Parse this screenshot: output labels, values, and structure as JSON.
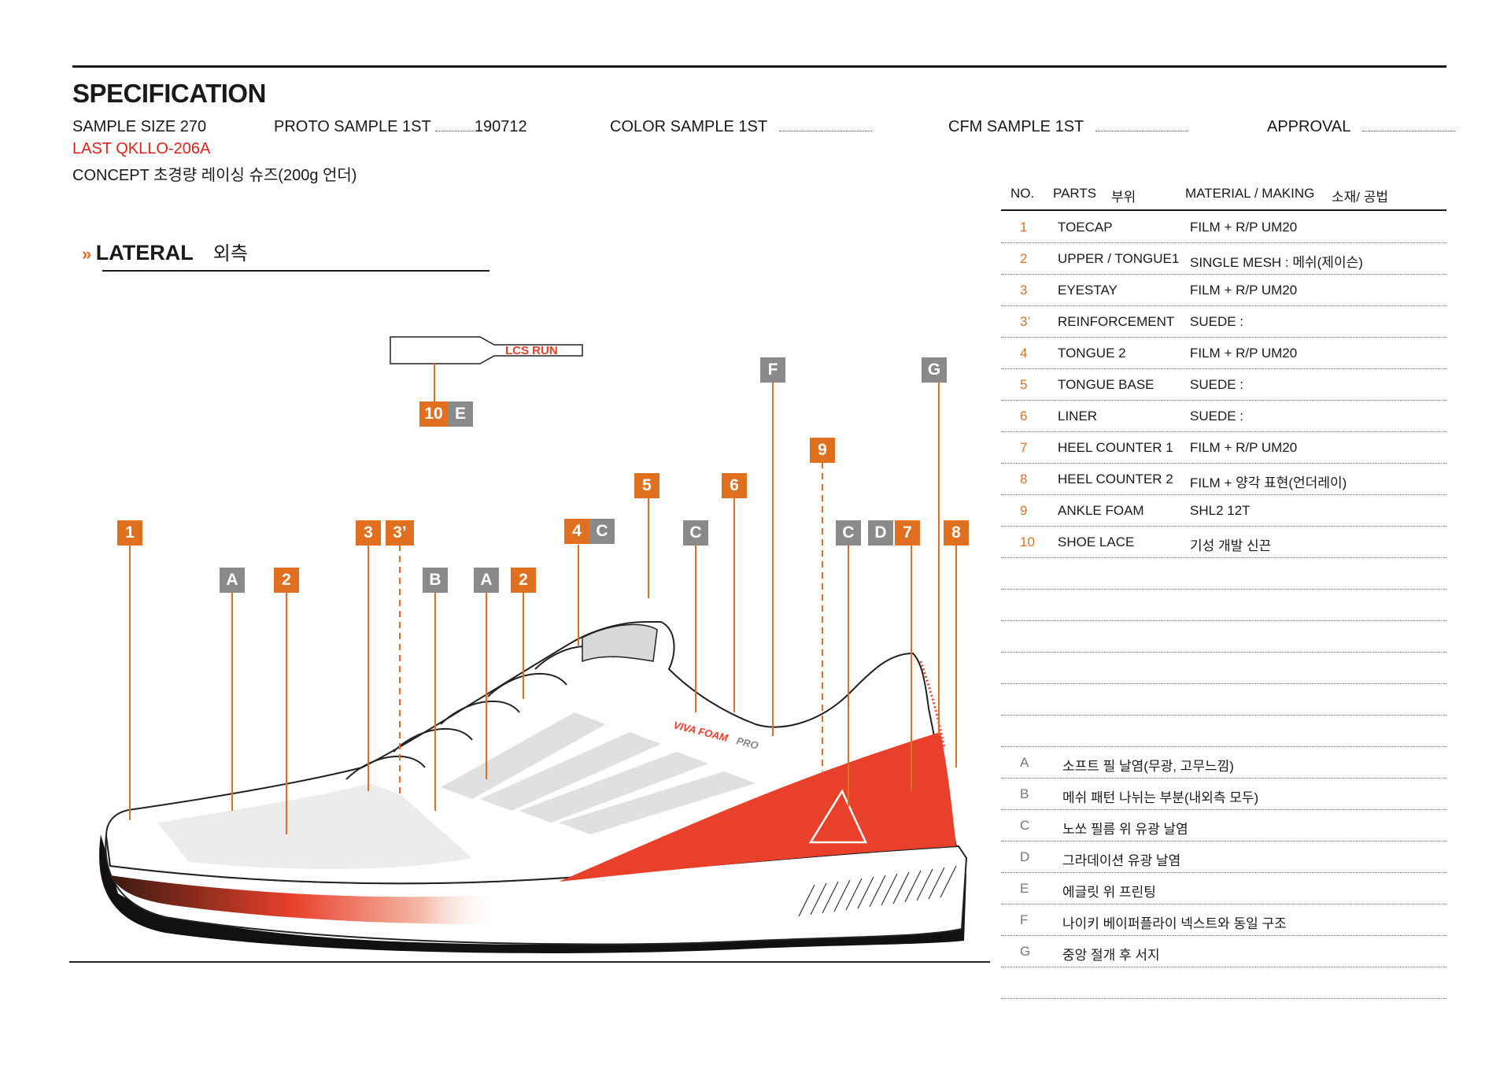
{
  "header": {
    "title": "SPECIFICATION",
    "sample_size": "SAMPLE SIZE 270",
    "proto_sample": "PROTO SAMPLE   1ST",
    "proto_date": "190712",
    "color_sample": "COLOR SAMPLE   1ST",
    "cfm_sample": "CFM SAMPLE   1ST",
    "approval": "APPROVAL",
    "last": "LAST QKLLO-206A",
    "concept": "CONCEPT  초경량 레이싱 슈즈(200g 언더)"
  },
  "section": {
    "title": "LATERAL",
    "subtitle": "외측",
    "chevron": "»"
  },
  "table": {
    "headers": {
      "no": "NO.",
      "parts": "PARTS",
      "parts_ko": "부위",
      "material": "MATERIAL / MAKING",
      "material_ko": "소재/ 공법"
    },
    "rows": [
      {
        "no": "1",
        "part": "TOECAP",
        "material": "FILM + R/P UM20"
      },
      {
        "no": "2",
        "part": "UPPER / TONGUE1",
        "material": "SINGLE MESH : 메쉬(제이슨)"
      },
      {
        "no": "3",
        "part": "EYESTAY",
        "material": "FILM + R/P UM20"
      },
      {
        "no": "3’",
        "part": "REINFORCEMENT",
        "material": "SUEDE :"
      },
      {
        "no": "4",
        "part": "TONGUE 2",
        "material": "FILM + R/P UM20"
      },
      {
        "no": "5",
        "part": "TONGUE BASE",
        "material": "SUEDE :"
      },
      {
        "no": "6",
        "part": "LINER",
        "material": "SUEDE :"
      },
      {
        "no": "7",
        "part": "HEEL COUNTER 1",
        "material": "FILM + R/P UM20"
      },
      {
        "no": "8",
        "part": "HEEL COUNTER 2",
        "material": "FILM  + 양각 표현(언더레이)"
      },
      {
        "no": "9",
        "part": "ANKLE FOAM",
        "material": "SHL2  12T"
      },
      {
        "no": "10",
        "part": "SHOE LACE",
        "material": "기성 개발 신끈"
      }
    ],
    "legend": [
      {
        "key": "A",
        "desc": "소프트 필 날염(무광, 고무느낌)"
      },
      {
        "key": "B",
        "desc": "메쉬 패턴 나뉘는 부분(내외측 모두)"
      },
      {
        "key": "C",
        "desc": "노쏘 필름 위 유광 날염"
      },
      {
        "key": "D",
        "desc": "그라데이션 유광 날염"
      },
      {
        "key": "E",
        "desc": "에글릿 위 프린팅"
      },
      {
        "key": "F",
        "desc": "나이키 베이퍼플라이 넥스트와 동일 구조"
      },
      {
        "key": "G",
        "desc": "중앙 절개 후 서지"
      }
    ]
  },
  "drawing": {
    "aglet_text": "LCS RUN",
    "midsole_text": "VIVA FOAM",
    "midsole_text2": "PRO",
    "callouts": [
      "1",
      "A",
      "2",
      "3",
      "3’",
      "B",
      "A",
      "2",
      "4",
      "C",
      "5",
      "C",
      "6",
      "9",
      "C",
      "D",
      "7",
      "8",
      "F",
      "G",
      "10",
      "E"
    ],
    "colors": {
      "orange": "#e07020",
      "gray": "#8a8a8a",
      "red": "#e8402a"
    }
  }
}
